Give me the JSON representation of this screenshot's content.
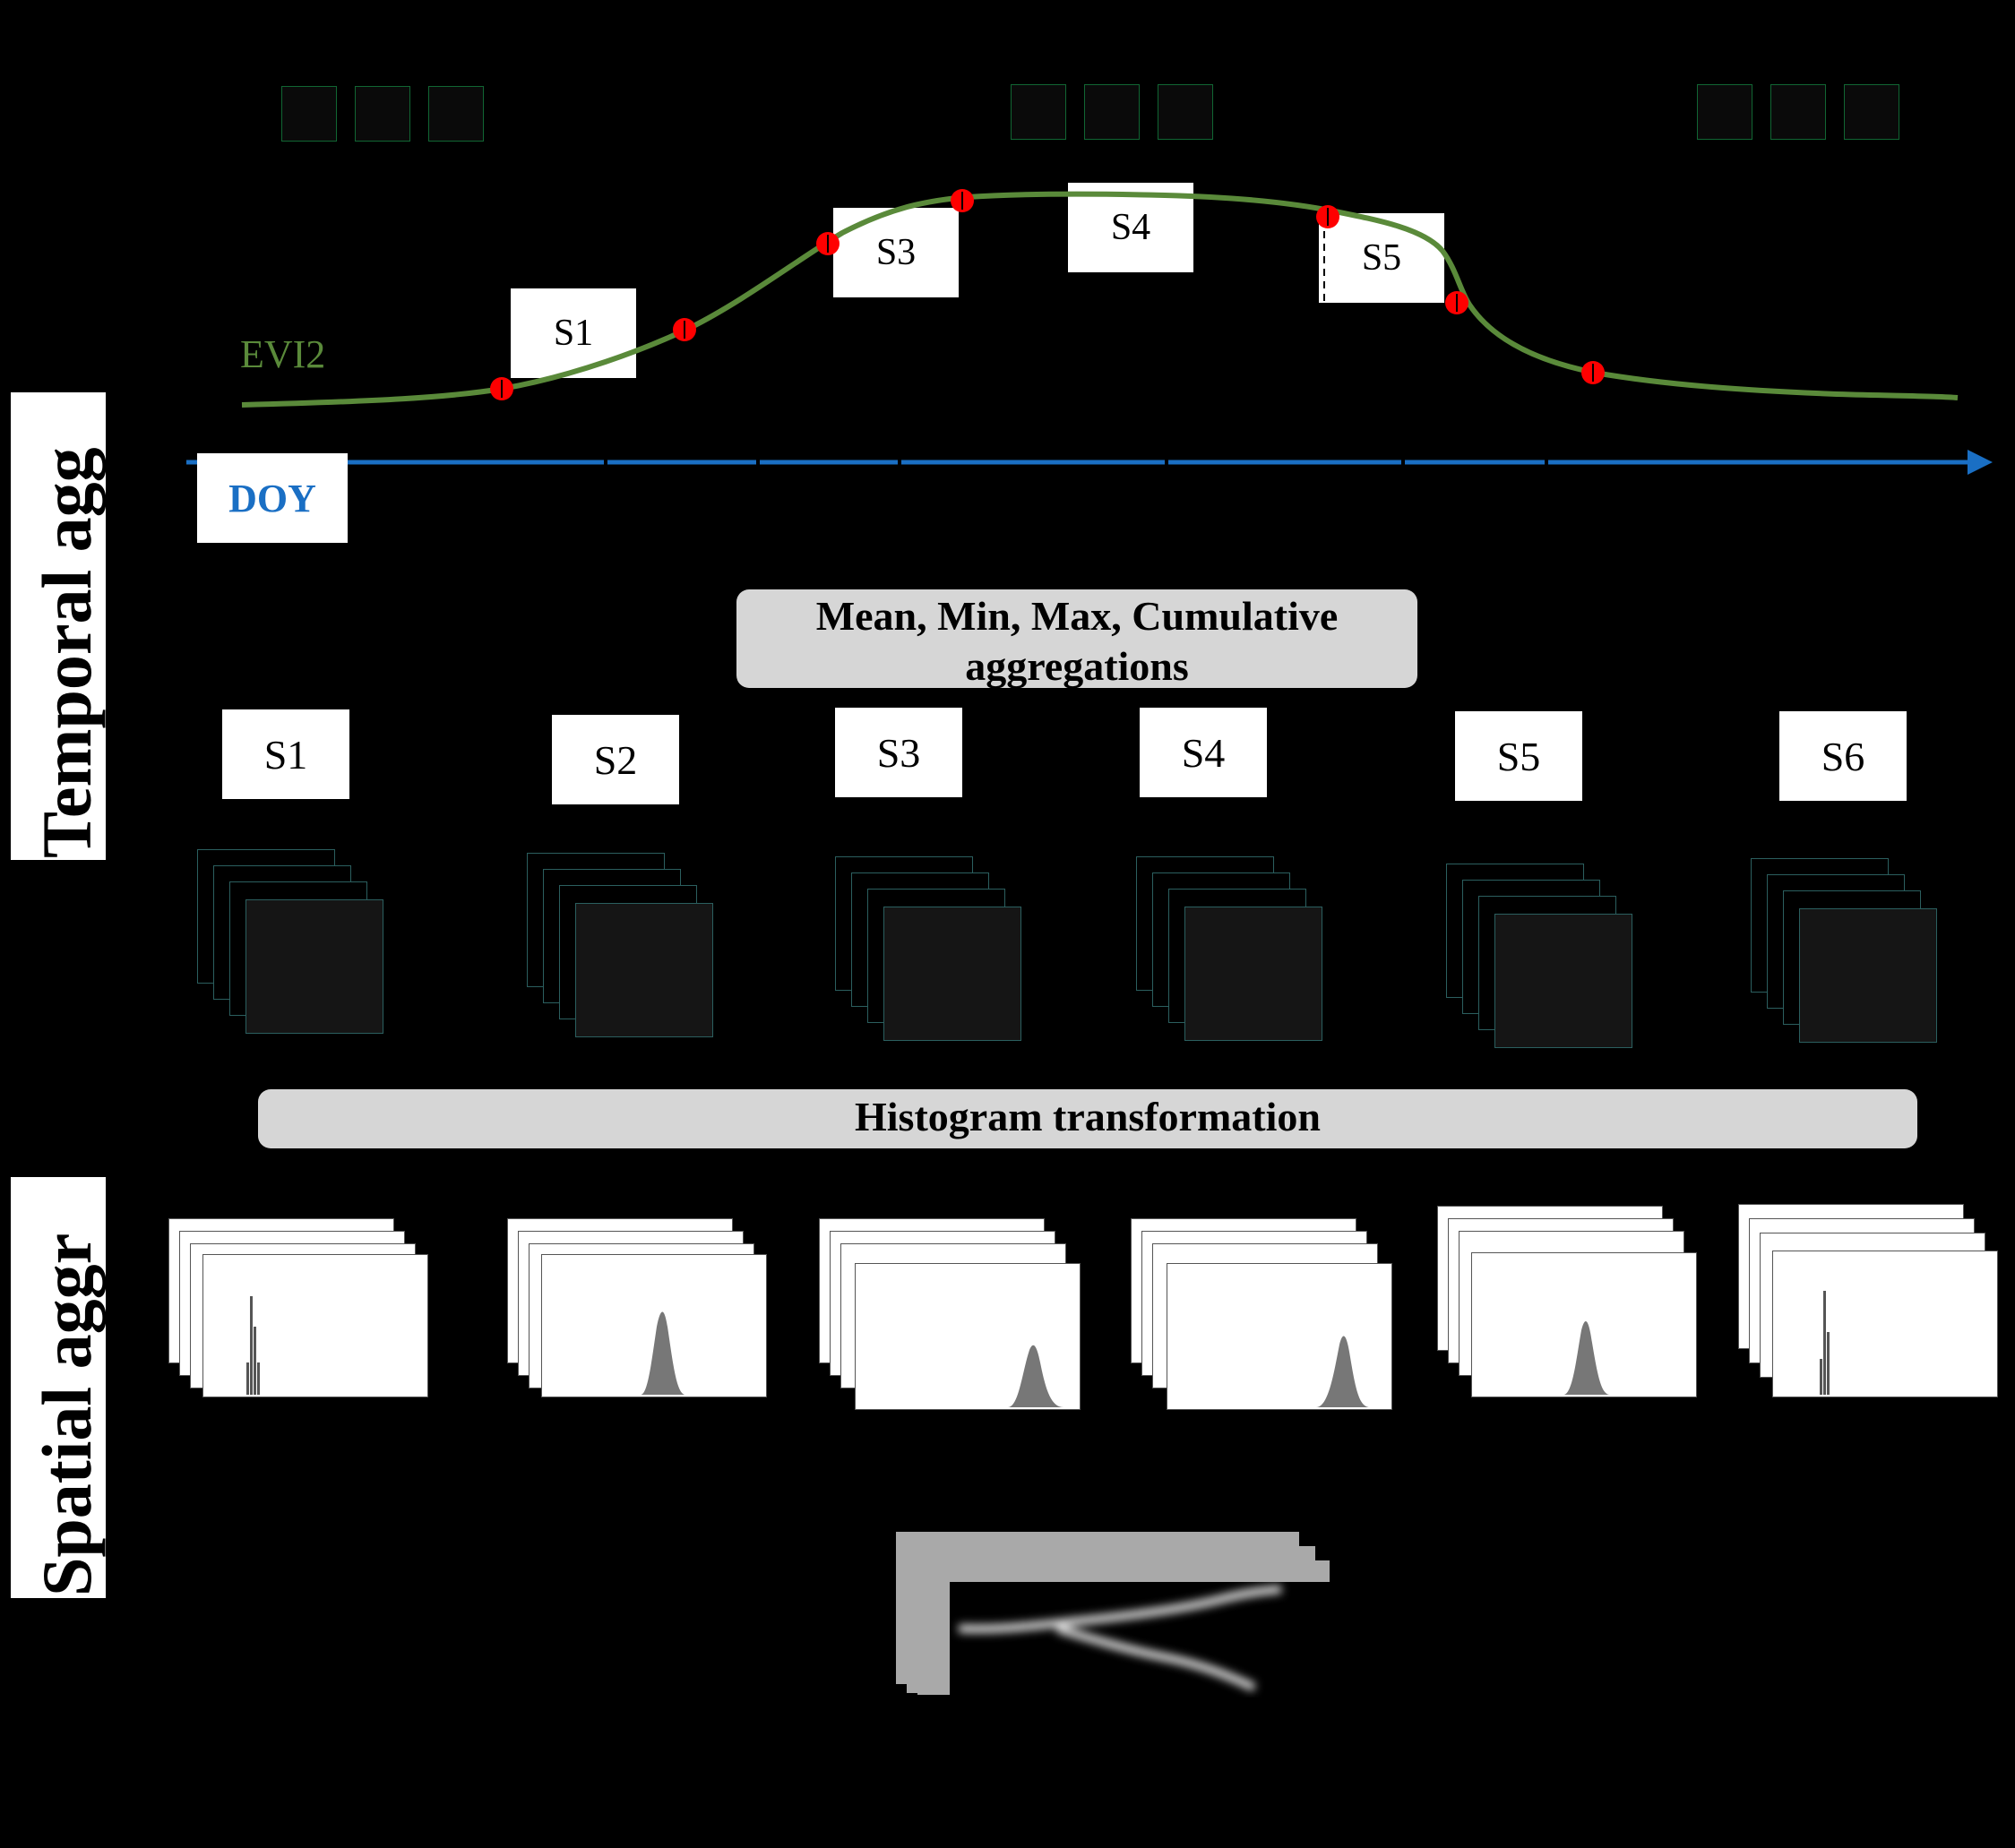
{
  "side_labels": {
    "temporal": "Temporal agg",
    "spatial": "Spatial aggr"
  },
  "curve": {
    "index_label": "EVI2",
    "axis_label": "DOY",
    "boxes": [
      "S1",
      "S3",
      "S4",
      "S5"
    ],
    "colors": {
      "curve": "#5a8a3a",
      "points": "#ff0000",
      "axis": "#1a6fc4"
    }
  },
  "steps": {
    "temporal_aggregation": "Mean, Min, Max, Cumulative aggregations",
    "histogram": "Histogram transformation"
  },
  "stages": [
    "S1",
    "S2",
    "S3",
    "S4",
    "S5",
    "S6"
  ]
}
